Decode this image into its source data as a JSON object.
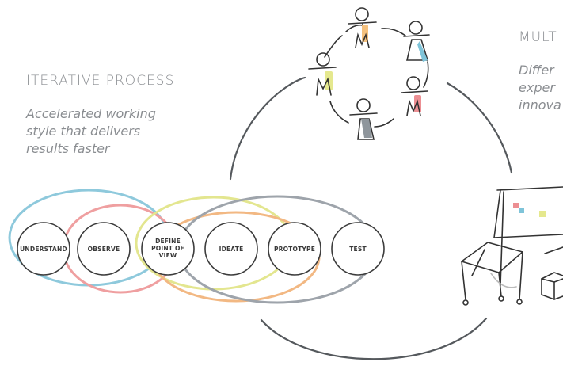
{
  "left_panel": {
    "title": "ITERATIVE PROCESS",
    "subtitle_lines": [
      "Accelerated working",
      "style that delivers",
      "results faster"
    ]
  },
  "right_panel": {
    "title": "MULT",
    "subtitle_lines": [
      "Differ",
      "exper",
      "innova"
    ]
  },
  "steps": [
    {
      "label_lines": [
        "UNDERSTAND"
      ]
    },
    {
      "label_lines": [
        "OBSERVE"
      ]
    },
    {
      "label_lines": [
        "DEFINE",
        "POINT OF",
        "VIEW"
      ]
    },
    {
      "label_lines": [
        "IDEATE"
      ]
    },
    {
      "label_lines": [
        "PROTOTYPE"
      ]
    },
    {
      "label_lines": [
        "TEST"
      ]
    }
  ],
  "colors": {
    "text": "#8a8d91",
    "ring_blue": "#8ec9dc",
    "ring_red": "#ef9fa0",
    "ring_yellow": "#e3e68f",
    "ring_orange": "#f2b883",
    "ring_gray": "#9ea4ab",
    "arc": "#55595d",
    "person_orange": "#f5c17e",
    "person_blue": "#7fc4d9",
    "person_yellow": "#e5e88e",
    "person_red": "#ec8f93",
    "person_gray": "#8f969c"
  },
  "icons": [
    "team-circle-illustration",
    "workspace-furniture-illustration"
  ]
}
